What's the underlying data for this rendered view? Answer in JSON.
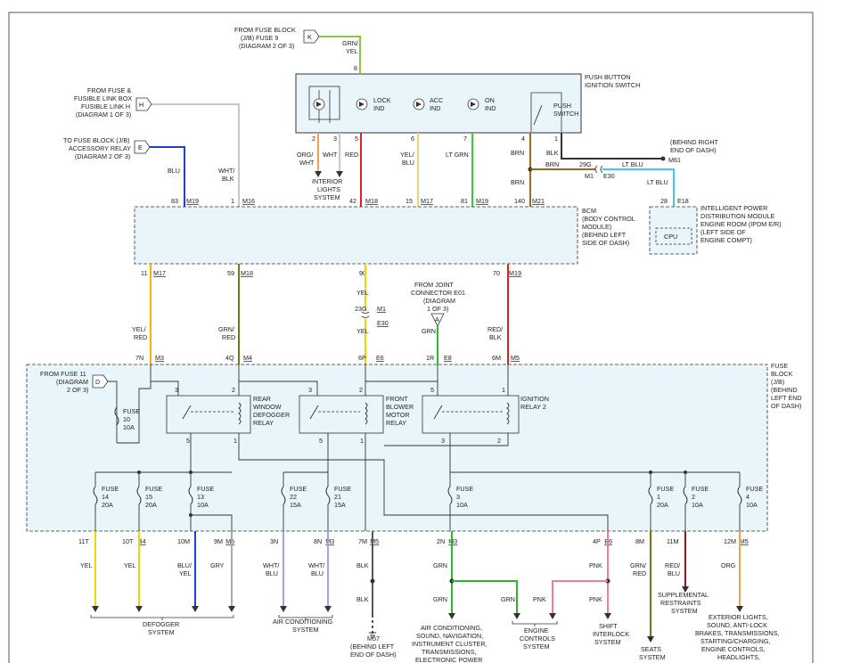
{
  "colors": {
    "grn_yel": "#8cc63f",
    "wht": "#c8c8c8",
    "blu": "#1f3fd1",
    "org": "#f4a24a",
    "red": "#e02020",
    "yel": "#f2d600",
    "ylw_blu": "#e8d27a",
    "ltgrn": "#3ac93a",
    "brn": "#9b6a1c",
    "ltblu": "#40c8f0",
    "olive": "#6b7a1c",
    "grn": "#2db52d",
    "gry": "#aaaaaa",
    "wht_blu": "#a9a0e8",
    "pnk": "#f07aa0",
    "box_fill": "#e8f5fb"
  },
  "labels": {
    "fuse_block_k": [
      "FROM FUSE BLOCK",
      "(J/B) FUSE 9",
      "(DIAGRAM 2 OF 3)"
    ],
    "fusible_link_h": [
      "FROM FUSE &",
      "FUSIBLE LINK BOX",
      "FUSIBLE LINK H",
      "(DIAGRAM 1 OF 3)"
    ],
    "accessory_relay_e": [
      "TO FUSE BLOCK (J/B)",
      "ACCESSORY RELAY",
      "(DIAGRAM 2 OF 3)"
    ],
    "push_button": [
      "PUSH BUTTON",
      "IGNITION SWITCH"
    ],
    "lock_ind": [
      "LOCK",
      "IND"
    ],
    "acc_ind": [
      "ACC",
      "IND"
    ],
    "on_ind": [
      "ON",
      "IND"
    ],
    "push_switch": [
      "PUSH",
      "SWITCH"
    ],
    "interior_lights": [
      "INTERIOR",
      "LIGHTS",
      "SYSTEM"
    ],
    "behind_right": [
      "(BEHIND RIGHT",
      "END OF DASH)"
    ],
    "m61": "M61",
    "ipdm": [
      "INTELLIGENT POWER",
      "DISTRIBUTION MODULE",
      "ENGINE ROOM (IPDM E/R)",
      "(LEFT SIDE OF",
      "ENGINE COMPT)"
    ],
    "cpu": "CPU",
    "bcm": [
      "BCM",
      "(BODY CONTROL",
      "MODULE)",
      "(BEHIND LEFT",
      "SIDE OF DASH)"
    ],
    "joint_connector": [
      "FROM JOINT",
      "CONNECTOR E01",
      "(DIAGRAM",
      "1 OF 3)"
    ],
    "fuse_block": [
      "FUSE",
      "BLOCK",
      "(J/B)",
      "(BEHIND",
      "LEFT END",
      "OF DASH)"
    ],
    "from_fuse11": [
      "FROM FUSE 11",
      "(DIAGRAM",
      "2 OF 3)"
    ],
    "rear_defog": [
      "REAR",
      "WINDOW",
      "DEFOGGER",
      "RELAY"
    ],
    "front_blower": [
      "FRONT",
      "BLOWER",
      "MOTOR",
      "RELAY"
    ],
    "ign_relay2": [
      "IGNITION",
      "RELAY 2"
    ],
    "defogger_system": [
      "DEFOGGER",
      "SYSTEM"
    ],
    "ac_system": [
      "AIR CONDITIONING",
      "SYSTEM"
    ],
    "m57": [
      "M57",
      "(BEHIND LEFT",
      "END OF DASH)"
    ],
    "ac_sound": [
      "AIR CONDITIONING,",
      "SOUND, NAVIGATION,",
      "INSTRUMENT CLUSTER,",
      "TRANSMISSIONS,",
      "ELECTRONIC POWER"
    ],
    "engine_controls": [
      "ENGINE",
      "CONTROLS",
      "SYSTEM"
    ],
    "shift_interlock": [
      "SHIFT",
      "INTERLOCK",
      "SYSTEM"
    ],
    "seats": [
      "SEATS",
      "SYSTEM"
    ],
    "supplemental": [
      "SUPPLEMENTAL",
      "RESTRAINTS",
      "SYSTEM"
    ],
    "exterior_lights": [
      "EXTERIOR LIGHTS,",
      "SOUND, ANTI-LOCK",
      "BRAKES, TRANSMISSIONS,",
      "STARTING/CHARGING,",
      "ENGINE CONTROLS,",
      "HEADLIGHTS,"
    ]
  },
  "wire_labels": [
    {
      "id": "grn-yel",
      "lines": [
        "GRN/",
        "YEL"
      ]
    },
    {
      "id": "blu",
      "lines": [
        "BLU"
      ]
    },
    {
      "id": "wht-blk",
      "lines": [
        "WHT/",
        "BLK"
      ]
    },
    {
      "id": "org-wht",
      "lines": [
        "ORG/",
        "WHT"
      ]
    },
    {
      "id": "wht",
      "lines": [
        "WHT"
      ]
    },
    {
      "id": "red",
      "lines": [
        "RED"
      ]
    },
    {
      "id": "yel-blu",
      "lines": [
        "YEL/",
        "BLU"
      ]
    },
    {
      "id": "lt-grn",
      "lines": [
        "LT GRN"
      ]
    },
    {
      "id": "brn-1",
      "lines": [
        "BRN"
      ]
    },
    {
      "id": "brn-2",
      "lines": [
        "BRN"
      ]
    },
    {
      "id": "brn-3",
      "lines": [
        "BRN"
      ]
    },
    {
      "id": "blk-ps",
      "lines": [
        "BLK"
      ]
    },
    {
      "id": "lt-blu-1",
      "lines": [
        "LT BLU"
      ]
    },
    {
      "id": "lt-blu-2",
      "lines": [
        "LT BLU"
      ]
    },
    {
      "id": "yel-red",
      "lines": [
        "YEL/",
        "RED"
      ]
    },
    {
      "id": "grn-red",
      "lines": [
        "GRN/",
        "RED"
      ]
    },
    {
      "id": "yel-1",
      "lines": [
        "YEL"
      ]
    },
    {
      "id": "yel-2",
      "lines": [
        "YEL"
      ]
    },
    {
      "id": "grn-jc",
      "lines": [
        "GRN"
      ]
    },
    {
      "id": "red-blk",
      "lines": [
        "RED/",
        "BLK"
      ]
    },
    {
      "id": "yel-a",
      "lines": [
        "YEL"
      ]
    },
    {
      "id": "yel-b",
      "lines": [
        "YEL"
      ]
    },
    {
      "id": "blu-yel",
      "lines": [
        "BLU/",
        "YEL"
      ]
    },
    {
      "id": "gry",
      "lines": [
        "GRY"
      ]
    },
    {
      "id": "wht-blu-1",
      "lines": [
        "WHT/",
        "BLU"
      ]
    },
    {
      "id": "wht-blu-2",
      "lines": [
        "WHT/",
        "BLU"
      ]
    },
    {
      "id": "blk-1",
      "lines": [
        "BLK"
      ]
    },
    {
      "id": "blk-2",
      "lines": [
        "BLK"
      ]
    },
    {
      "id": "grn-1",
      "lines": [
        "GRN"
      ]
    },
    {
      "id": "grn-2",
      "lines": [
        "GRN"
      ]
    },
    {
      "id": "grn-3",
      "lines": [
        "GRN"
      ]
    },
    {
      "id": "pnk-1",
      "lines": [
        "PNK"
      ]
    },
    {
      "id": "pnk-2",
      "lines": [
        "PNK"
      ]
    },
    {
      "id": "pnk-3",
      "lines": [
        "PNK"
      ]
    },
    {
      "id": "grn-red-2",
      "lines": [
        "GRN/",
        "RED"
      ]
    },
    {
      "id": "red-blu",
      "lines": [
        "RED/",
        "BLU"
      ]
    },
    {
      "id": "org",
      "lines": [
        "ORG"
      ]
    }
  ],
  "pins": {
    "p8": "8",
    "p2": "2",
    "p3": "3",
    "p5": "5",
    "p6": "6",
    "p7": "7",
    "p4": "4",
    "p1": "1",
    "bcm_top": [
      {
        "n": "83",
        "c": "M19"
      },
      {
        "n": "1",
        "c": "M16"
      },
      {
        "n": "42",
        "c": "M18"
      },
      {
        "n": "15",
        "c": "M17"
      },
      {
        "n": "81",
        "c": "M19"
      },
      {
        "n": "140",
        "c": "M21"
      }
    ],
    "bcm_bot": [
      {
        "n": "11",
        "c": "M17"
      },
      {
        "n": "59",
        "c": "M18"
      },
      {
        "n": "90",
        "c": ""
      },
      {
        "n": "70",
        "c": "M19"
      }
    ],
    "c29g": "29G",
    "m1": "M1",
    "e30": "E30",
    "p28": "28",
    "e18": "E18",
    "p23g": "23G",
    "m1b": "M1",
    "e30b": "E30",
    "fb_top": [
      {
        "n": "7N",
        "c": "M3"
      },
      {
        "n": "4Q",
        "c": "M4"
      },
      {
        "n": "6P",
        "c": "E6"
      },
      {
        "n": "1R",
        "c": "E8"
      },
      {
        "n": "6M",
        "c": "M5"
      }
    ],
    "fb_bot": [
      {
        "n": "11T",
        "c": ""
      },
      {
        "n": "10T",
        "c": "B4"
      },
      {
        "n": "10M",
        "c": ""
      },
      {
        "n": "9M",
        "c": "M5"
      },
      {
        "n": "3N",
        "c": ""
      },
      {
        "n": "8N",
        "c": "M3"
      },
      {
        "n": "7M",
        "c": "M5"
      },
      {
        "n": "2N",
        "c": "M3"
      },
      {
        "n": "4P",
        "c": "E6"
      },
      {
        "n": "8M",
        "c": ""
      },
      {
        "n": "11M",
        "c": ""
      },
      {
        "n": "12M",
        "c": "M5"
      }
    ],
    "relay_pins": [
      "3",
      "2",
      "5",
      "1",
      "3",
      "2",
      "5",
      "1",
      "5",
      "1",
      "3",
      "2"
    ]
  },
  "fuses": [
    {
      "name": "FUSE",
      "num": "10",
      "amp": "10A"
    },
    {
      "name": "FUSE",
      "num": "14",
      "amp": "20A"
    },
    {
      "name": "FUSE",
      "num": "15",
      "amp": "20A"
    },
    {
      "name": "FUSE",
      "num": "13",
      "amp": "10A"
    },
    {
      "name": "FUSE",
      "num": "22",
      "amp": "15A"
    },
    {
      "name": "FUSE",
      "num": "21",
      "amp": "15A"
    },
    {
      "name": "FUSE",
      "num": "3",
      "amp": "10A"
    },
    {
      "name": "FUSE",
      "num": "1",
      "amp": "20A"
    },
    {
      "name": "FUSE",
      "num": "2",
      "amp": "10A"
    },
    {
      "name": "FUSE",
      "num": "4",
      "amp": "10A"
    }
  ],
  "connectors": {
    "k": "K",
    "h": "H",
    "e": "E",
    "a": "A",
    "d": "D"
  }
}
